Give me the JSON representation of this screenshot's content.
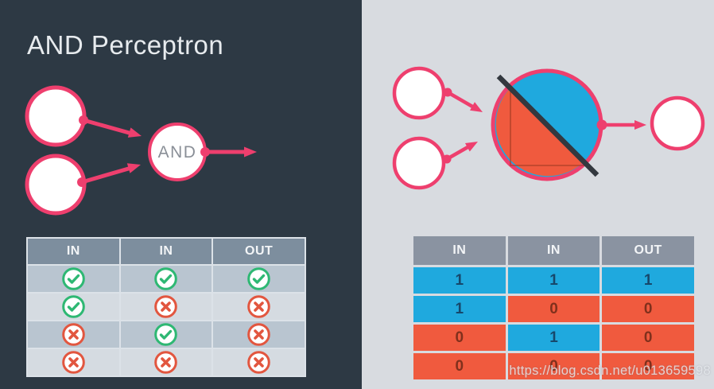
{
  "title": "AND Perceptron",
  "watermark": "https://blog.csdn.net/u013659598",
  "colors": {
    "pink": "#EE3F6E",
    "blue": "#1FA9DE",
    "orange": "#F05A3E",
    "green": "#2EB873",
    "red": "#E2563F",
    "dark_bg": "#2D3944",
    "light_bg": "#D8DBE0"
  },
  "left": {
    "node_label": "AND",
    "table": {
      "headers": [
        "IN",
        "IN",
        "OUT"
      ],
      "rows": [
        [
          "check",
          "check",
          "check"
        ],
        [
          "check",
          "cross",
          "cross"
        ],
        [
          "cross",
          "check",
          "cross"
        ],
        [
          "cross",
          "cross",
          "cross"
        ]
      ]
    }
  },
  "right": {
    "table": {
      "headers": [
        "IN",
        "IN",
        "OUT"
      ],
      "rows": [
        [
          "1",
          "1",
          "1"
        ],
        [
          "1",
          "0",
          "0"
        ],
        [
          "0",
          "1",
          "0"
        ],
        [
          "0",
          "0",
          "0"
        ]
      ]
    }
  }
}
